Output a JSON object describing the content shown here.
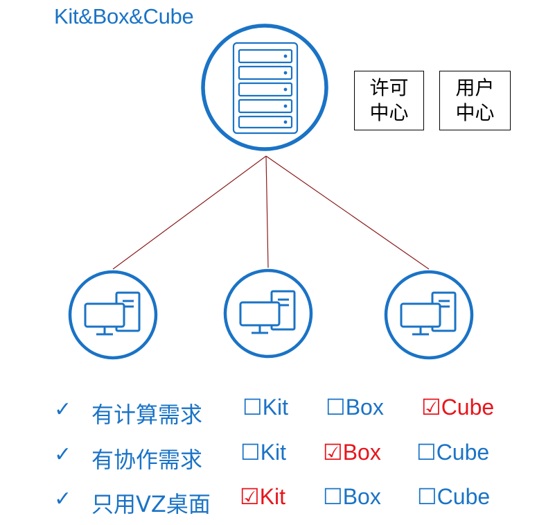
{
  "title": "Kit&Box&Cube",
  "boxes": {
    "license": [
      "许可",
      "中心"
    ],
    "user": [
      "用户",
      "中心"
    ]
  },
  "nodes": {
    "server": "server-icon",
    "clients": [
      "desktop-computer-icon",
      "desktop-computer-icon",
      "desktop-computer-icon"
    ]
  },
  "colors": {
    "accent": "#1a73c6",
    "selected": "#e8141b",
    "connector": "#8b1a1a"
  },
  "rows": [
    {
      "check": "✓",
      "requirement": "有计算需求",
      "options": [
        {
          "box": "☐",
          "label": "Kit",
          "selected": false
        },
        {
          "box": "☐",
          "label": "Box",
          "selected": false
        },
        {
          "box": "☑",
          "label": "Cube",
          "selected": true
        }
      ]
    },
    {
      "check": "✓",
      "requirement": "有协作需求",
      "options": [
        {
          "box": "☐",
          "label": "Kit",
          "selected": false
        },
        {
          "box": "☑",
          "label": "Box",
          "selected": true
        },
        {
          "box": "☐",
          "label": "Cube",
          "selected": false
        }
      ]
    },
    {
      "check": "✓",
      "requirement": "只用VZ桌面",
      "options": [
        {
          "box": "☑",
          "label": "Kit",
          "selected": true
        },
        {
          "box": "☐",
          "label": "Box",
          "selected": false
        },
        {
          "box": "☐",
          "label": "Cube",
          "selected": false
        }
      ]
    }
  ]
}
